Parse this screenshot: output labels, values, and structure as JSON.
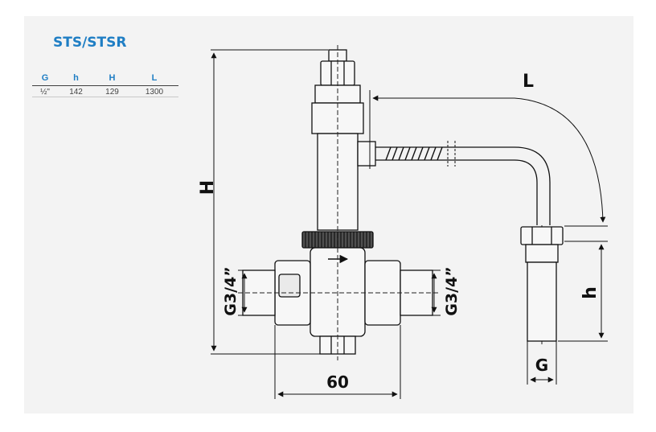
{
  "product": {
    "title": "STS/STSR"
  },
  "spec_table": {
    "headers": [
      "G",
      "h",
      "H",
      "L"
    ],
    "rows": [
      [
        "½\"",
        "142",
        "129",
        "1300"
      ]
    ]
  },
  "dimensions": {
    "H": "H",
    "L": "L",
    "h": "h",
    "G": "G",
    "width_60": "60",
    "thread_left": "G3/4”",
    "thread_right": "G3/4”"
  },
  "colors": {
    "accent": "#1f7ec4",
    "panel": "#f3f3f3",
    "line": "#111111"
  }
}
